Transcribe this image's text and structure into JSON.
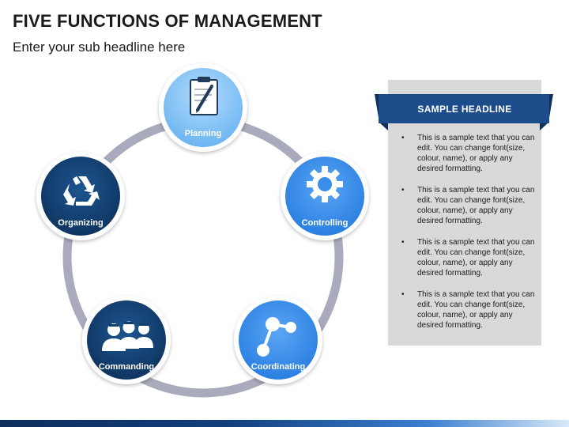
{
  "title": "FIVE FUNCTIONS OF MANAGEMENT",
  "subtitle": "Enter your sub headline here",
  "colors": {
    "ring": "#a9abbd",
    "navy": "#123e6c",
    "sky": "#3b8ee8",
    "light_sky": "#8ac6f4",
    "banner": "#1d4c8a",
    "banner_fold": "#0f2f5c"
  },
  "functions": [
    {
      "label": "Planning",
      "icon": "clipboard-pen-icon"
    },
    {
      "label": "Controlling",
      "icon": "gear-icon"
    },
    {
      "label": "Coordinating",
      "icon": "network-share-icon"
    },
    {
      "label": "Commanding",
      "icon": "people-group-icon"
    },
    {
      "label": "Organizing",
      "icon": "recycle-icon"
    }
  ],
  "panel": {
    "headline": "SAMPLE HEADLINE",
    "bullets": [
      "This is a sample text that you can edit. You can change font(size, colour, name), or apply any desired formatting.",
      "This is a sample text that you can edit. You can change font(size, colour, name), or apply any desired formatting.",
      "This is a sample text that you can edit. You can change font(size, colour, name), or apply any desired formatting.",
      "This is a sample text that you can edit. You can change font(size, colour, name), or apply any desired formatting."
    ]
  }
}
